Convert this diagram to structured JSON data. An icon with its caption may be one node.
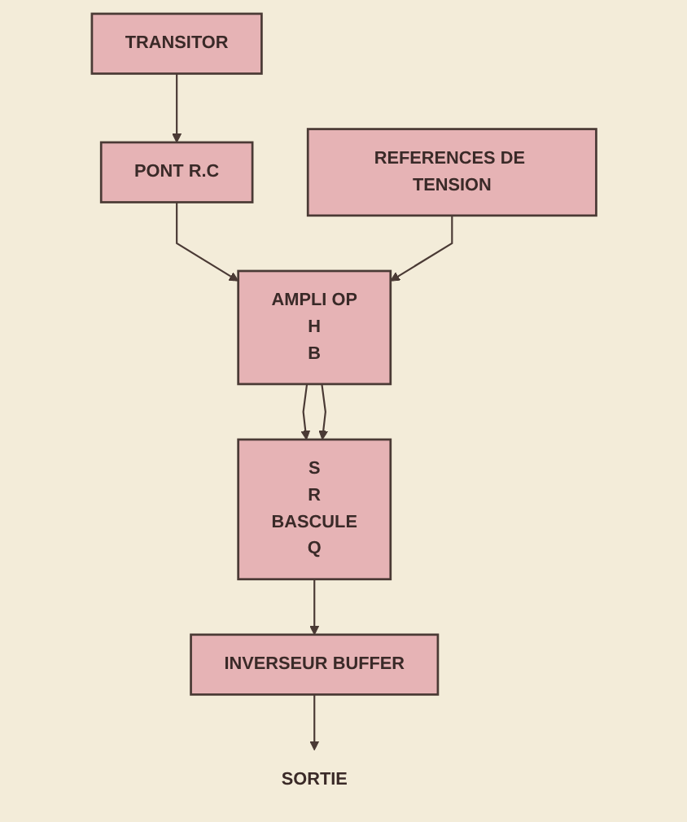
{
  "diagram": {
    "nodes": [
      {
        "text": [
          "PONT R.C"
        ]
      },
      {
        "text": [
          "AMPLI OP",
          "H",
          "B"
        ]
      },
      {
        "text": [
          "REFERENCES DE TENSION"
        ]
      },
      {
        "text": [
          "S",
          "R",
          "BASCULE",
          "Q"
        ]
      },
      {
        "text": [
          "TRANSITOR"
        ]
      },
      {
        "text": [
          "INVERSEUR BUFFER"
        ]
      },
      {
        "text": [
          "SORTIE"
        ]
      }
    ],
    "edges": [
      {
        "from": 4,
        "to": 0,
        "arrow": "to"
      },
      {
        "from": 0,
        "to": 1,
        "arrow": "to"
      },
      {
        "from": 2,
        "to": 1,
        "arrow": "to"
      },
      {
        "from": 1,
        "to": 3,
        "arrow": "to"
      },
      {
        "from": 1,
        "to": 3,
        "arrow": "to"
      },
      {
        "from": 3,
        "to": 5,
        "arrow": "to"
      },
      {
        "from": 5,
        "to": 6,
        "arrow": "to"
      }
    ]
  }
}
